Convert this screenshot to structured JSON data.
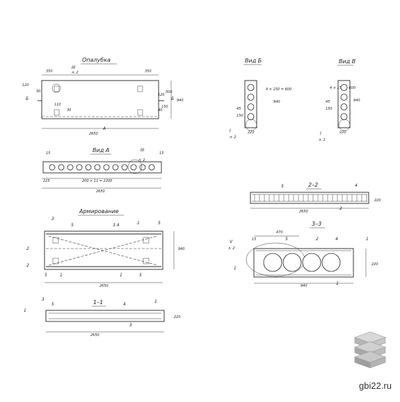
{
  "titles": {
    "formwork": "Опалубка",
    "view_a": "Вид А",
    "reinforcement": "Армирование",
    "sec11": "1–1",
    "view_b": "Вид Б",
    "view_v": "Вид В",
    "sec22": "2–2",
    "sec33": "3–3"
  },
  "formwork": {
    "dims": [
      "350",
      "350",
      "120",
      "50",
      "120",
      "40",
      "110",
      "30",
      "500",
      "940",
      "150",
      "2650"
    ],
    "marks": [
      "III",
      "л. 2",
      "Б",
      "Б",
      "A"
    ]
  },
  "view_a": {
    "dims": [
      "15",
      "15",
      "225",
      "200 × 11 = 2200",
      "2650"
    ],
    "marks": [
      "III",
      "л. 2"
    ]
  },
  "reinforcement": {
    "dims": [
      "940",
      "2650"
    ],
    "marks": [
      "3",
      "3",
      "2",
      "2"
    ],
    "positions": [
      "5",
      "3.4",
      "1",
      "5",
      "5",
      "1",
      "1",
      "5"
    ]
  },
  "sec11": {
    "dims": [
      "220",
      "2650"
    ],
    "positions": [
      "1",
      "5",
      "4",
      "1",
      "3"
    ]
  },
  "view_b": {
    "dims": [
      "45",
      "150",
      "940",
      "4 × 150 = 600",
      "220"
    ],
    "marks": [
      "I",
      "л. 2"
    ]
  },
  "view_v": {
    "dims": [
      "45",
      "150",
      "940",
      "4 × 150 = 600",
      "220"
    ],
    "marks": [
      "I",
      "л. 2"
    ]
  },
  "sec22": {
    "dims": [
      "220",
      "2650"
    ],
    "positions": [
      "5",
      "4",
      "2"
    ]
  },
  "sec33": {
    "dims": [
      "470",
      "15",
      "220",
      "940"
    ],
    "marks": [
      "V",
      "л. 2"
    ],
    "positions": [
      "5",
      "2",
      "4",
      "1",
      "1",
      "1"
    ]
  },
  "watermark": "gbi22.ru"
}
